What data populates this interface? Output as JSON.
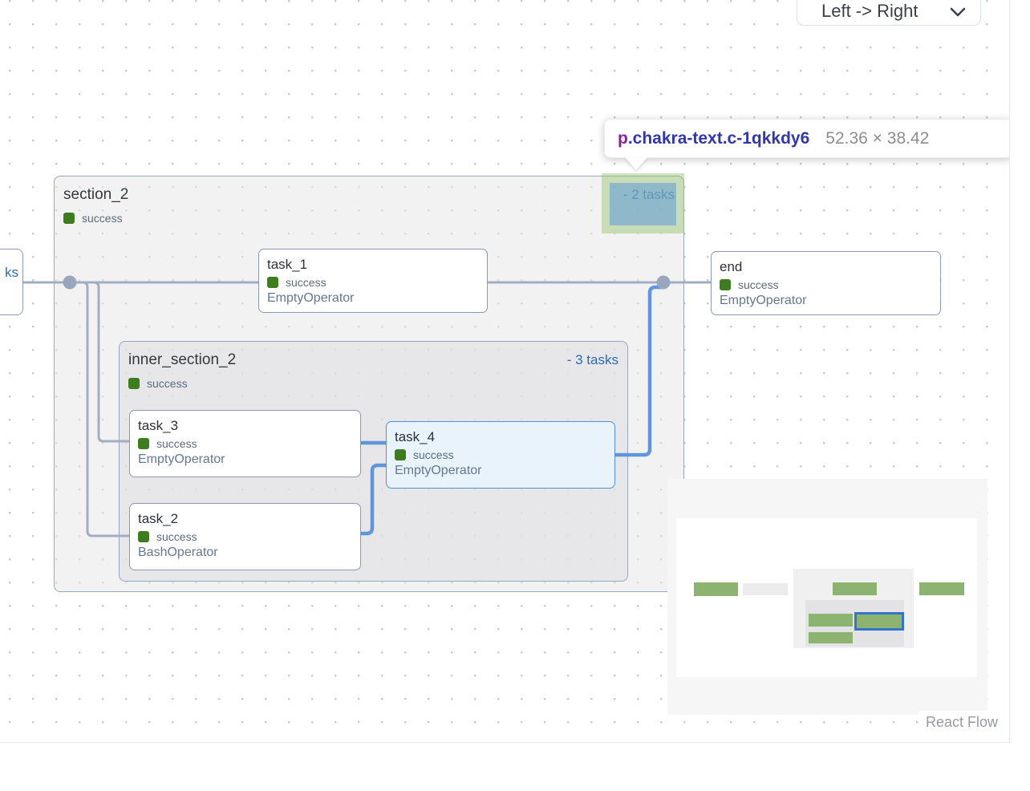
{
  "controls": {
    "layout_select": {
      "value": "Left -> Right"
    }
  },
  "inspector": {
    "tooltip": {
      "tag": "p",
      "selector": ".chakra-text.c-1qkkdy6",
      "dimensions": "52.36 × 38.42"
    }
  },
  "graph": {
    "groups": [
      {
        "title": "section_2",
        "status": "success",
        "collapse_label": "- 2 tasks"
      },
      {
        "title": "inner_section_2",
        "status": "success",
        "collapse_label": "- 3 tasks"
      }
    ],
    "nodes": [
      {
        "title": "task_1",
        "status": "success",
        "operator": "EmptyOperator"
      },
      {
        "title": "task_3",
        "status": "success",
        "operator": "EmptyOperator"
      },
      {
        "title": "task_4",
        "status": "success",
        "operator": "EmptyOperator",
        "selected": true
      },
      {
        "title": "task_2",
        "status": "success",
        "operator": "BashOperator"
      },
      {
        "title": "end",
        "status": "success",
        "operator": "EmptyOperator"
      }
    ],
    "clipped_node": {
      "visible_text": "ks"
    }
  },
  "minimap": {
    "attribution": "React Flow"
  },
  "colors": {
    "success-green": "#3c7d1e",
    "link-blue": "#2b6cb0",
    "edge-gray": "#a2adc4",
    "edge-blue": "#5e96de",
    "selected-node-bg": "#e8f3fc",
    "selected-node-border": "#5091d6",
    "minimap-green": "#8cb470",
    "minimap-selected-border": "#3474cc",
    "tooltip-tag": "#8f209b",
    "tooltip-selector": "#3236b0",
    "tooltip-dims": "#8b8d91"
  }
}
